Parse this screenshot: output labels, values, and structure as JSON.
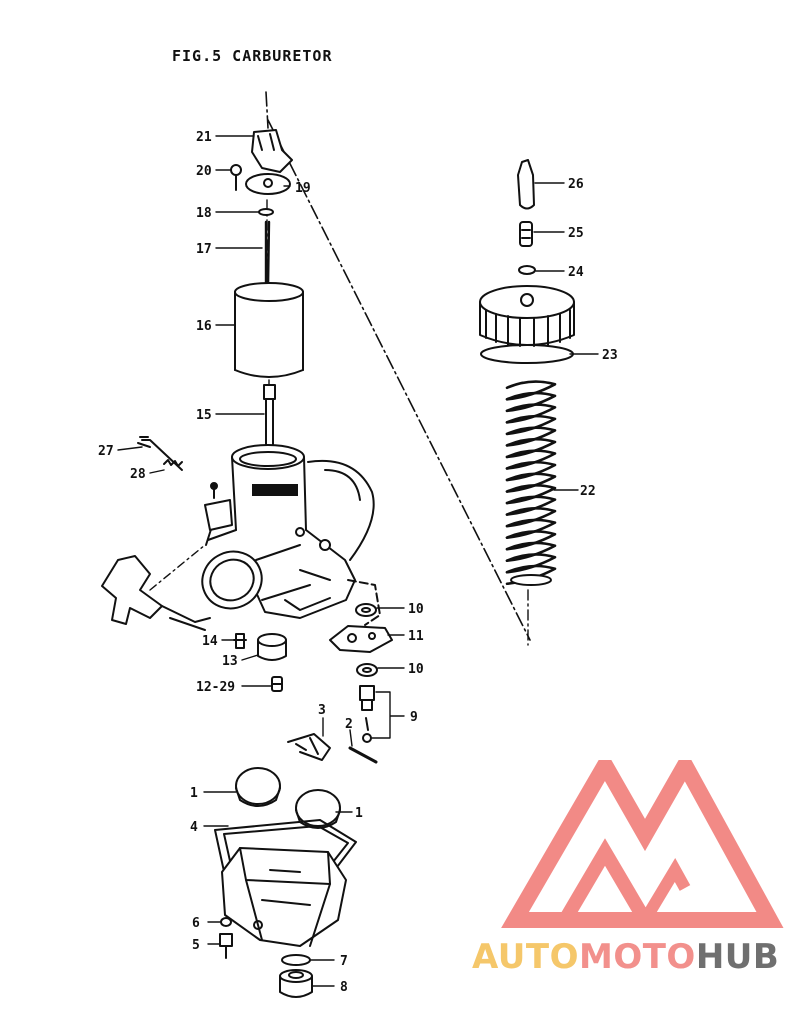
{
  "figure": {
    "title": "FIG.5 CARBURETOR"
  },
  "parts": [
    {
      "id": "p21",
      "label": "21"
    },
    {
      "id": "p20",
      "label": "20"
    },
    {
      "id": "p19",
      "label": "19"
    },
    {
      "id": "p18",
      "label": "18"
    },
    {
      "id": "p17",
      "label": "17"
    },
    {
      "id": "p16",
      "label": "16"
    },
    {
      "id": "p15",
      "label": "15"
    },
    {
      "id": "p27",
      "label": "27"
    },
    {
      "id": "p28",
      "label": "28"
    },
    {
      "id": "p26",
      "label": "26"
    },
    {
      "id": "p25",
      "label": "25"
    },
    {
      "id": "p24",
      "label": "24"
    },
    {
      "id": "p23",
      "label": "23"
    },
    {
      "id": "p22",
      "label": "22"
    },
    {
      "id": "p10a",
      "label": "10"
    },
    {
      "id": "p11",
      "label": "11"
    },
    {
      "id": "p10b",
      "label": "10"
    },
    {
      "id": "p14",
      "label": "14"
    },
    {
      "id": "p13",
      "label": "13"
    },
    {
      "id": "p1229",
      "label": "12-29"
    },
    {
      "id": "p9",
      "label": "9"
    },
    {
      "id": "p3",
      "label": "3"
    },
    {
      "id": "p2",
      "label": "2"
    },
    {
      "id": "p1a",
      "label": "1"
    },
    {
      "id": "p1b",
      "label": "1"
    },
    {
      "id": "p4",
      "label": "4"
    },
    {
      "id": "p6",
      "label": "6"
    },
    {
      "id": "p5",
      "label": "5"
    },
    {
      "id": "p7",
      "label": "7"
    },
    {
      "id": "p8",
      "label": "8"
    }
  ],
  "watermark": {
    "part1": "AUTO",
    "part2": "MOTO",
    "part3": "HUB",
    "color_auto": "#f5c76a",
    "color_moto": "#f2908c",
    "color_hub": "#6f6f6f",
    "logo_color": "#f28a86"
  }
}
